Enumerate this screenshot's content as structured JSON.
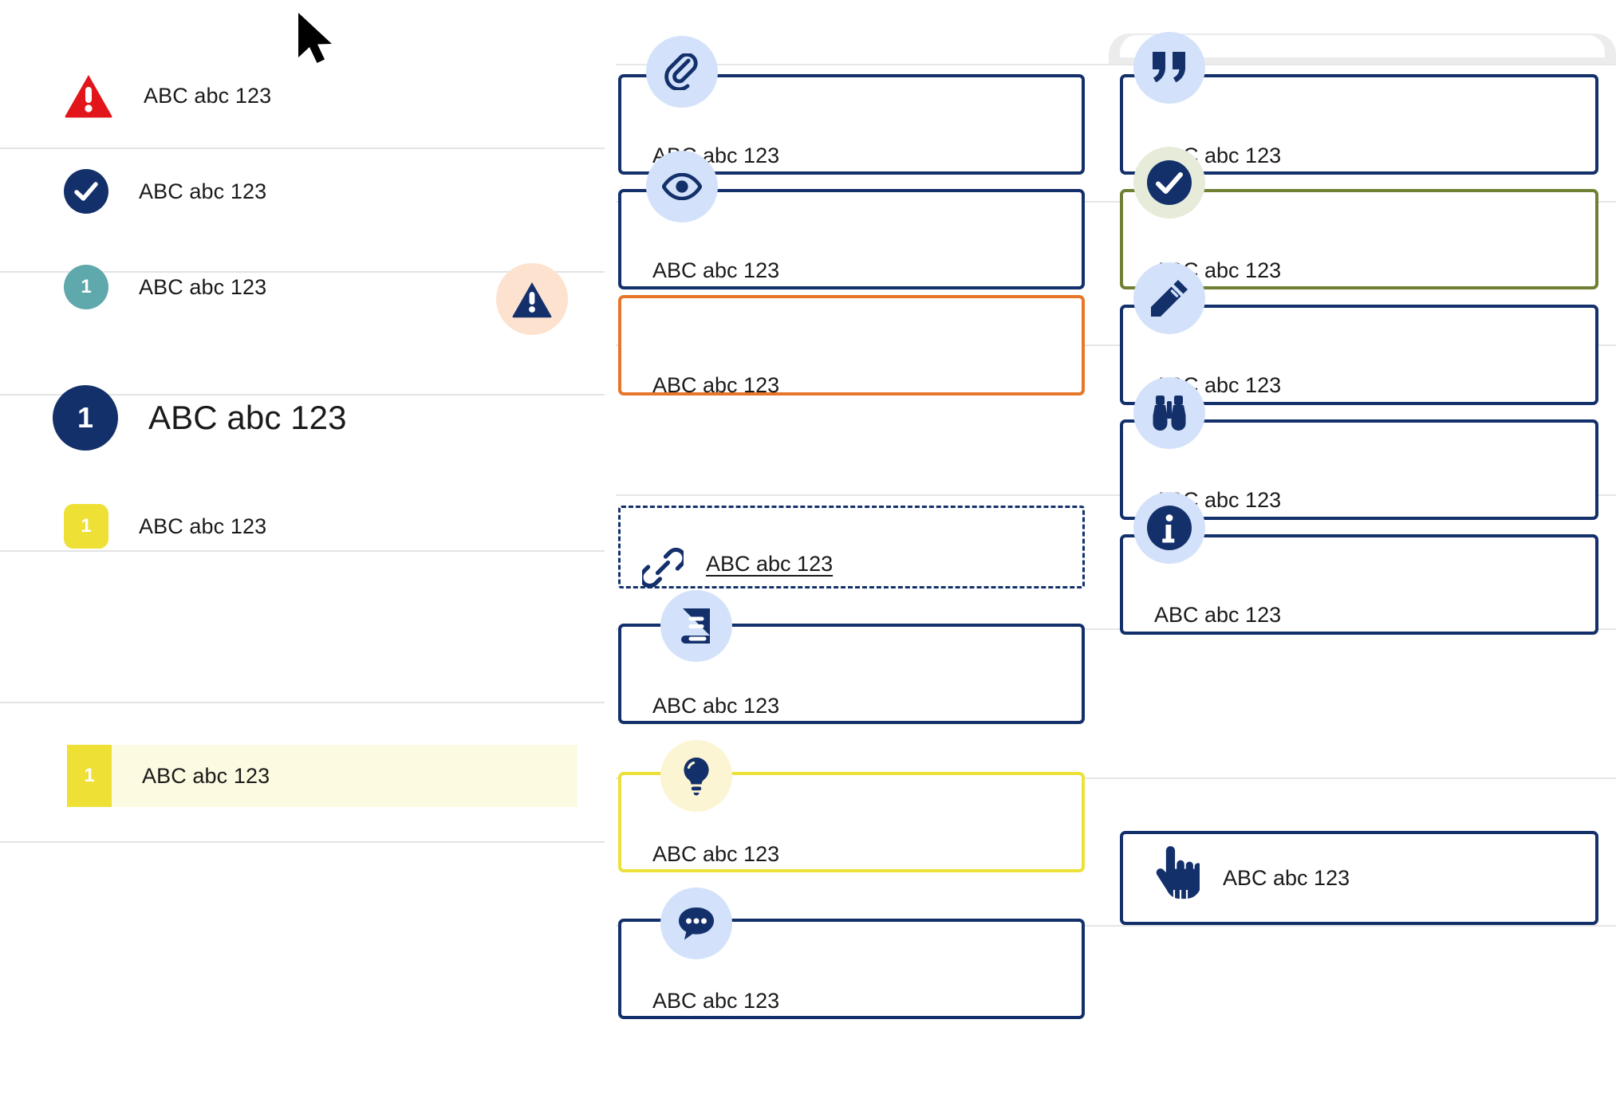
{
  "sample_text": "ABC abc 123",
  "colors": {
    "navy": "#13306b",
    "red": "#e2161a",
    "teal": "#5fa8ab",
    "yellow": "#efe035",
    "orange": "#e8762a",
    "olive": "#6f7f33",
    "icon_bubble_blue": "#d3e2fa",
    "icon_bubble_peach": "#fce2cf",
    "icon_bubble_green": "#e6ecd9",
    "icon_bubble_butter": "#fbf5d4",
    "highlight_row_bg": "#fcfae1",
    "rule": "#e3e3e3"
  },
  "left_list": {
    "items": [
      {
        "badge_kind": "warning-triangle",
        "badge_value": "",
        "label": "ABC abc 123"
      },
      {
        "badge_kind": "check-circle",
        "badge_value": "",
        "label": "ABC abc 123"
      },
      {
        "badge_kind": "number-teal",
        "badge_value": "1",
        "label": "ABC abc 123"
      },
      {
        "badge_kind": "number-navy-large",
        "badge_value": "1",
        "label": "ABC abc 123"
      },
      {
        "badge_kind": "number-yellow",
        "badge_value": "1",
        "label": "ABC abc 123"
      },
      {
        "badge_kind": "number-yellow-highlight",
        "badge_value": "1",
        "label": "ABC abc 123"
      }
    ]
  },
  "middle_column": {
    "cards": [
      {
        "icon": "paperclip-icon",
        "border": "navy",
        "style": "solid",
        "label": "ABC abc 123"
      },
      {
        "icon": "eye-icon",
        "border": "navy",
        "style": "solid",
        "label": "ABC abc 123"
      },
      {
        "icon": "warning-icon",
        "border": "orange",
        "style": "solid",
        "label": "ABC abc 123"
      },
      {
        "icon": "link-icon",
        "border": "navy",
        "style": "dashed",
        "label": "ABC abc 123"
      },
      {
        "icon": "book-icon",
        "border": "navy",
        "style": "solid",
        "label": "ABC abc 123"
      },
      {
        "icon": "lightbulb-icon",
        "border": "yellow",
        "style": "solid",
        "label": "ABC abc 123"
      },
      {
        "icon": "comment-icon",
        "border": "navy",
        "style": "solid",
        "label": "ABC abc 123"
      }
    ]
  },
  "right_column": {
    "cards": [
      {
        "icon": "quote-icon",
        "border": "navy",
        "style": "solid",
        "label": "ABC abc 123"
      },
      {
        "icon": "check-icon",
        "border": "olive",
        "style": "solid",
        "label": "ABC abc 123"
      },
      {
        "icon": "pencil-icon",
        "border": "navy",
        "style": "solid",
        "label": "ABC abc 123"
      },
      {
        "icon": "binoculars-icon",
        "border": "navy",
        "style": "solid",
        "label": "ABC abc 123"
      },
      {
        "icon": "info-icon",
        "border": "navy",
        "style": "solid",
        "label": "ABC abc 123"
      },
      {
        "icon": "pointing-hand-icon",
        "border": "navy",
        "style": "solid",
        "label": "ABC abc 123"
      }
    ]
  }
}
